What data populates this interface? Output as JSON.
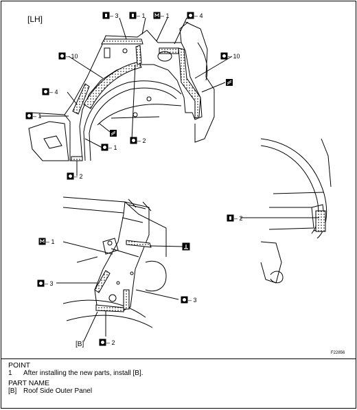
{
  "side_label": "[LH]",
  "figure_id": "F22856",
  "callouts": {
    "i3": "– 3",
    "i1_top": "– 1",
    "m1_top": "– 1",
    "o4_top": "– 4",
    "o10_left": "– 10",
    "o10_right": "– 10",
    "o4_left": "– 4",
    "o1_left": "– 1",
    "o1_mid": "– 1",
    "o2_mid": "– 2",
    "o2_low": "– 2",
    "i2_right": "– 2",
    "m1_low": "– 1",
    "o3_left": "– 3",
    "o3_right": "– 3",
    "o2_bottom": "– 2",
    "b_label": "[B]"
  },
  "notes": {
    "point_heading": "POINT",
    "point_num": "1",
    "point_text": "After installing the new parts, install [B].",
    "part_heading": "PART NAME",
    "part_num": "[B]",
    "part_text": "Roof Side Outer Panel"
  }
}
